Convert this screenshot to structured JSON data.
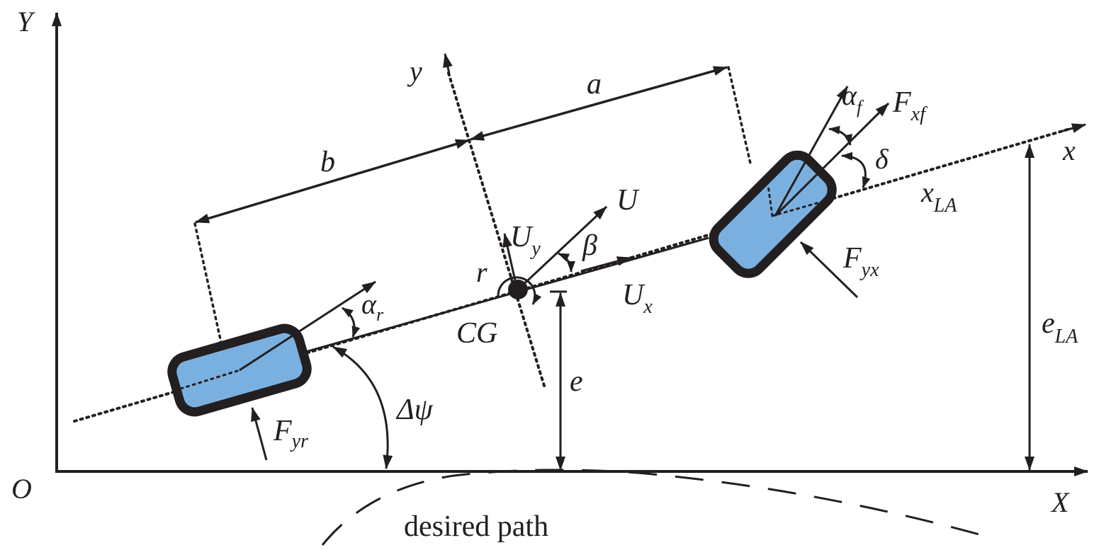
{
  "diagram": {
    "title": "Vehicle lateral dynamics with lookahead error",
    "axes": {
      "global_x": "X",
      "global_y": "Y",
      "origin": "O",
      "body_x": "x",
      "body_y": "y"
    },
    "dimensions": {
      "front_distance": "a",
      "rear_distance": "b",
      "lateral_error": "e",
      "lookahead_error_main": "e",
      "lookahead_error_sub": "LA",
      "lookahead_point_main": "x",
      "lookahead_point_sub": "LA",
      "heading_error": "Δψ"
    },
    "velocities": {
      "speed": "U",
      "lateral_main": "U",
      "lateral_sub": "y",
      "longitudinal_main": "U",
      "longitudinal_sub": "x",
      "sideslip": "β",
      "yaw_rate": "r",
      "center_of_gravity": "CG"
    },
    "forces": {
      "front_long_main": "F",
      "front_long_sub": "xf",
      "front_lat_main": "F",
      "front_lat_sub": "yx",
      "rear_lat_main": "F",
      "rear_lat_sub": "yr"
    },
    "angles": {
      "front_slip_main": "α",
      "front_slip_sub": "f",
      "rear_slip_main": "α",
      "rear_slip_sub": "r",
      "steer": "δ"
    },
    "path_label": "desired path",
    "colors": {
      "ink": "#231f20",
      "tire_fill": "#7ab0e0"
    }
  }
}
